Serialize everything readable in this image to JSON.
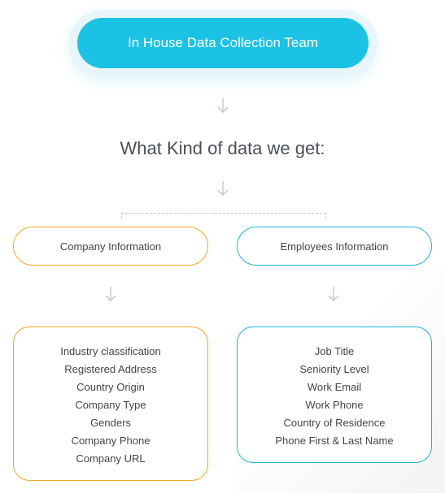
{
  "top": {
    "title": "In House Data Collection Team"
  },
  "heading": "What Kind of data we get:",
  "colors": {
    "accent_blue": "#1cc2e3",
    "accent_orange": "#f5a623",
    "arrow": "#c8ccd1"
  },
  "categories": [
    {
      "label": "Company Information",
      "items": [
        "Industry classification",
        "Registered Address",
        "Country Origin",
        "Company Type",
        "Genders",
        "Company Phone",
        "Company URL"
      ]
    },
    {
      "label": "Employees Information",
      "items": [
        "Job Title",
        "Seniority Level",
        "Work Email",
        "Work Phone",
        "Country of Residence",
        "Phone First & Last Name"
      ]
    }
  ]
}
